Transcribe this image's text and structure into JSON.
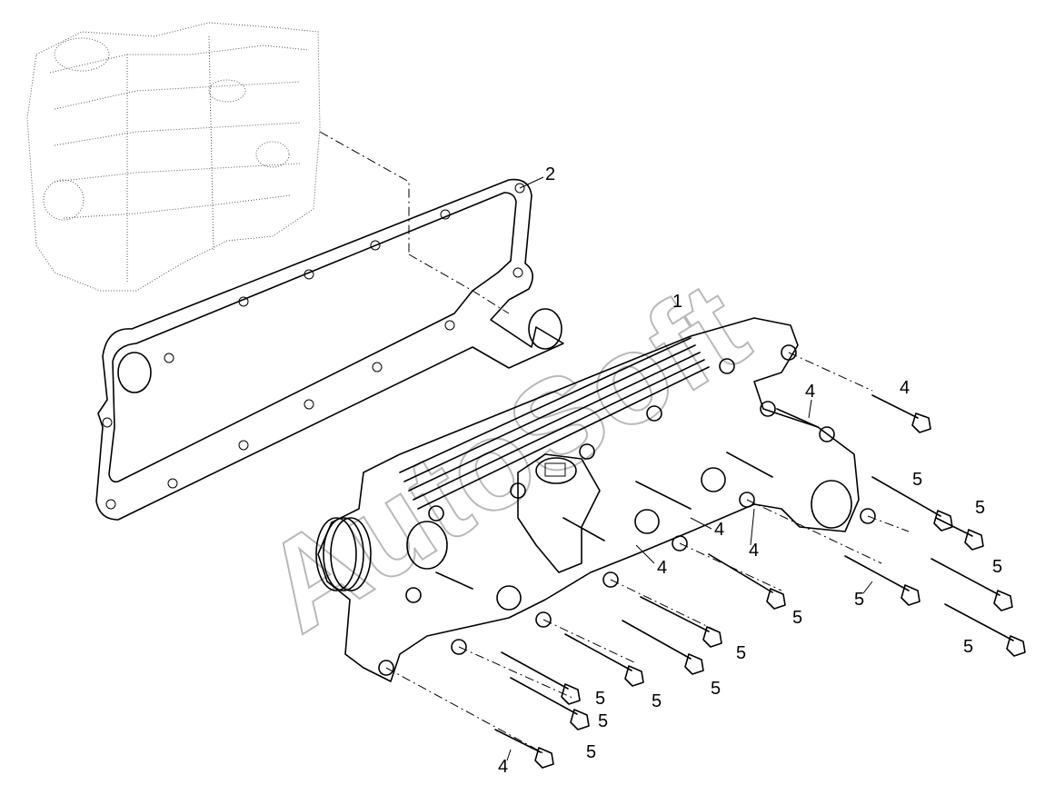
{
  "watermark": "AutoSoft",
  "callouts": [
    {
      "id": "c2",
      "text": "2"
    },
    {
      "id": "c1",
      "text": "1"
    },
    {
      "id": "c4a",
      "text": "4"
    },
    {
      "id": "c4b",
      "text": "4"
    },
    {
      "id": "c4c",
      "text": "4"
    },
    {
      "id": "c4d",
      "text": "4"
    },
    {
      "id": "c4e",
      "text": "4"
    },
    {
      "id": "c4f",
      "text": "4"
    },
    {
      "id": "c5a",
      "text": "5"
    },
    {
      "id": "c5b",
      "text": "5"
    },
    {
      "id": "c5c",
      "text": "5"
    },
    {
      "id": "c5d",
      "text": "5"
    },
    {
      "id": "c5e",
      "text": "5"
    },
    {
      "id": "c5f",
      "text": "5"
    },
    {
      "id": "c5g",
      "text": "5"
    },
    {
      "id": "c5h",
      "text": "5"
    },
    {
      "id": "c5i",
      "text": "5"
    },
    {
      "id": "c5j",
      "text": "5"
    },
    {
      "id": "c5k",
      "text": "5"
    },
    {
      "id": "c5l",
      "text": "5"
    }
  ],
  "parts": {
    "engine_block": "engine-block",
    "gasket": "gasket",
    "oil_cooler_housing": "oil-cooler-housing"
  }
}
